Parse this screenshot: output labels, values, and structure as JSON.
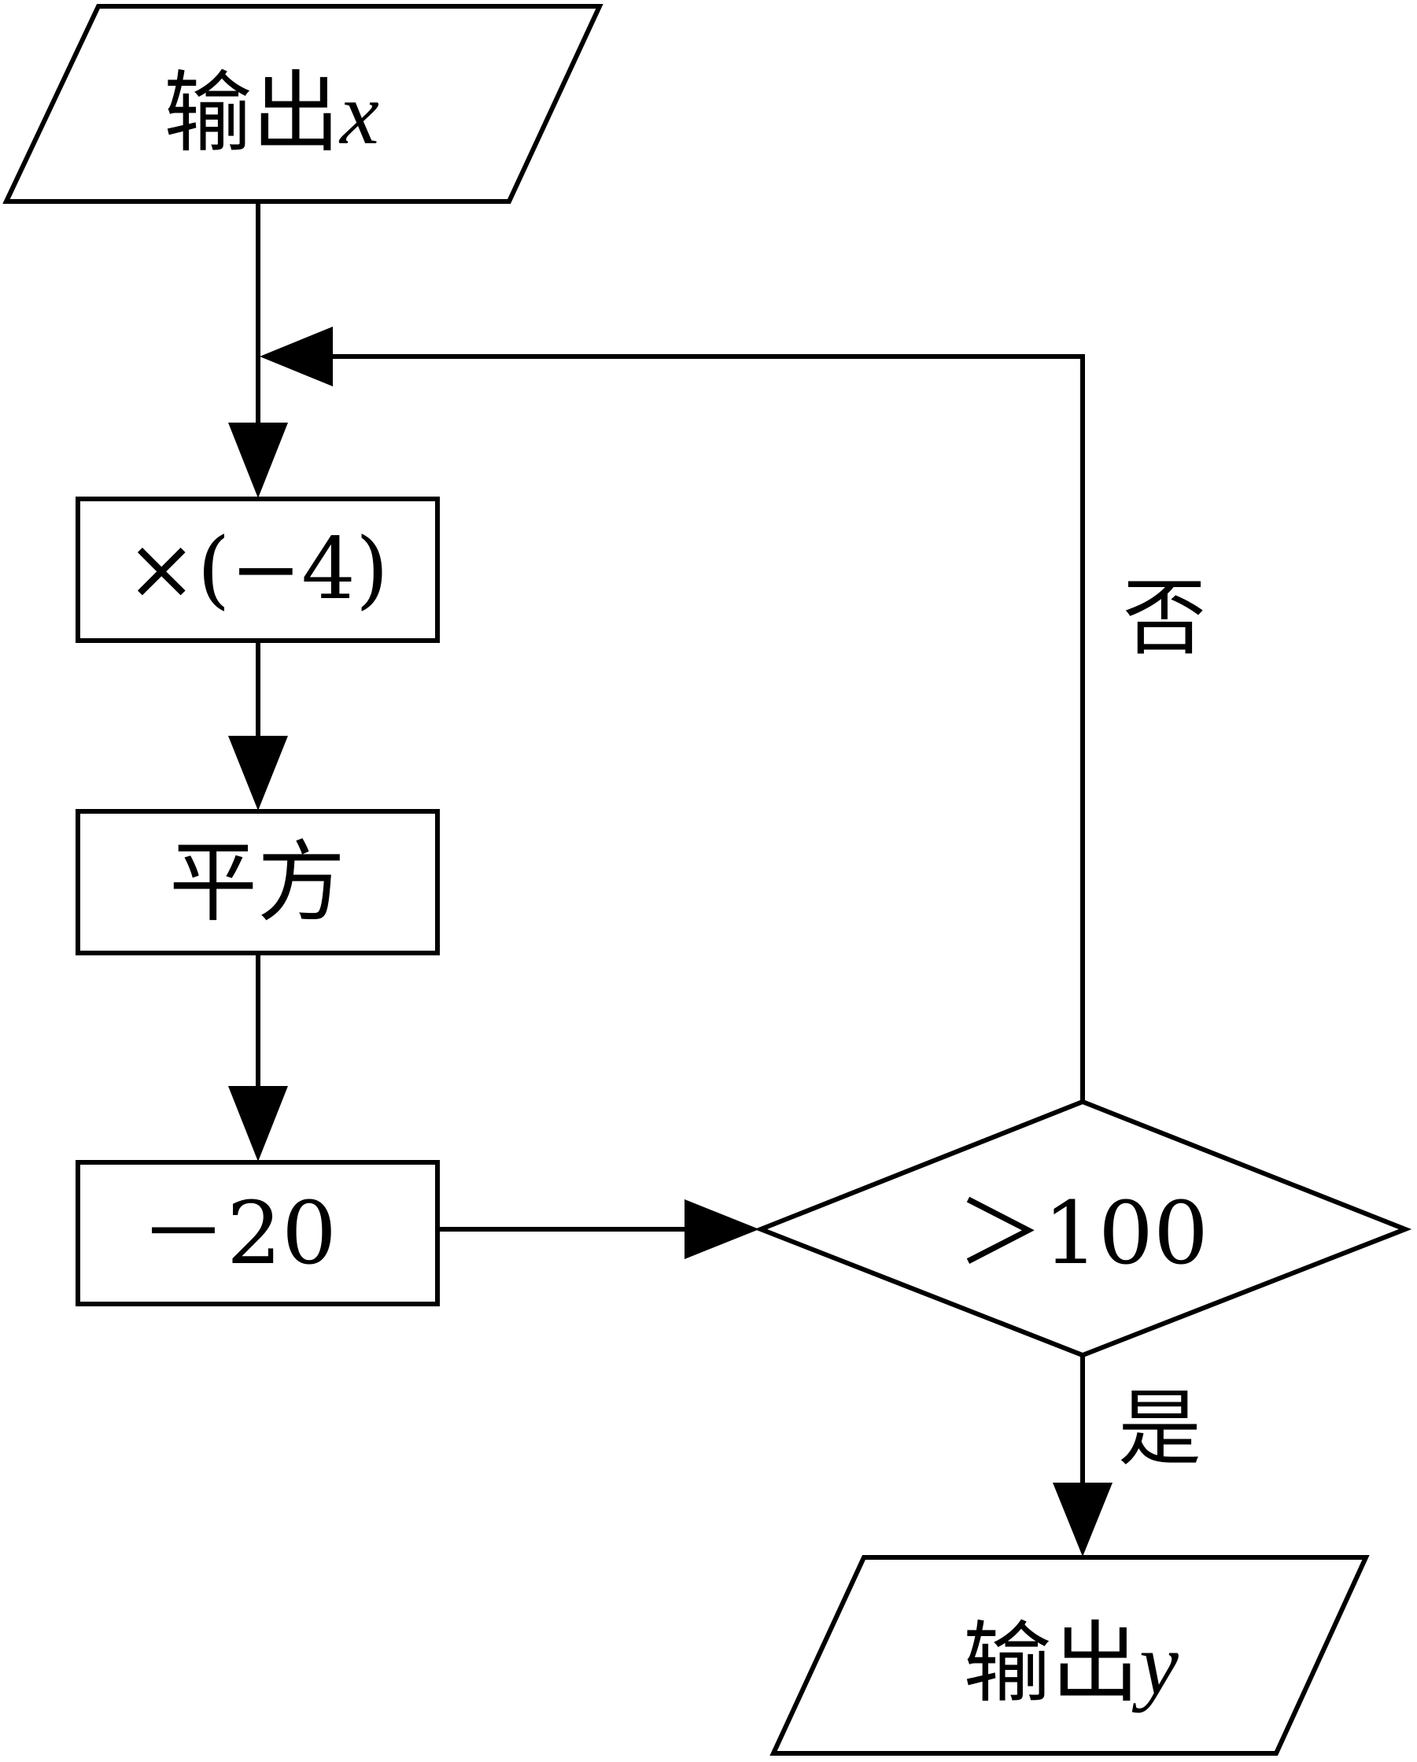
{
  "nodes": {
    "input": {
      "prefix": "输出",
      "var": "x"
    },
    "multiply": {
      "label": "×(−4)"
    },
    "square": {
      "label": "平方"
    },
    "subtract": {
      "label": "－20"
    },
    "decision": {
      "label": "＞100"
    },
    "output": {
      "prefix": "输出",
      "var": "y"
    }
  },
  "edges": {
    "no_label": "否",
    "yes_label": "是"
  }
}
